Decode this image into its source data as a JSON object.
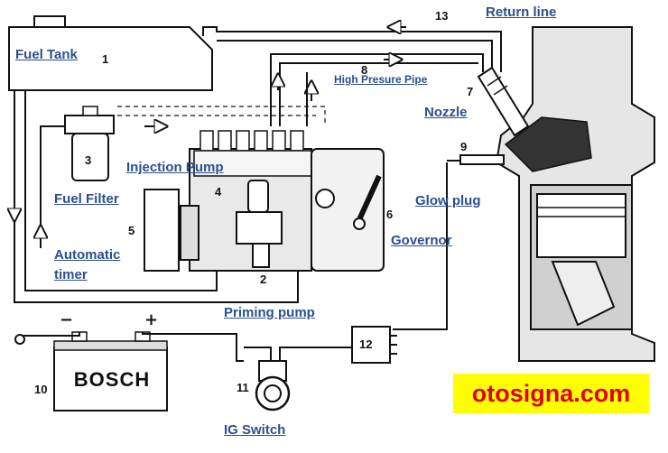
{
  "diagram": {
    "labels": {
      "fuel_tank": "Fuel Tank",
      "fuel_filter": "Fuel Filter",
      "automatic_timer": [
        "Automatic",
        "timer"
      ],
      "injection_pump": "Injection Pump",
      "priming_pump": "Priming pump",
      "governor": "Governor",
      "high_pressure_pipe": "High Presure Pipe",
      "return_line": "Return line",
      "nozzle": "Nozzle",
      "glow_plug": "Glow plug",
      "ig_switch": "IG Switch"
    },
    "numbers": {
      "n1": "1",
      "n2": "2",
      "n3": "3",
      "n4": "4",
      "n5": "5",
      "n6": "6",
      "n7": "7",
      "n8": "8",
      "n9": "9",
      "n10": "10",
      "n11": "11",
      "n12": "12",
      "n13": "13"
    },
    "battery": {
      "brand": "BOSCH",
      "minus": "−",
      "plus": "+"
    },
    "watermark": "otosigna.com",
    "colors": {
      "label": "#2b4f8e",
      "line": "#111111",
      "watermark_bg": "#ffff00",
      "watermark_text": "#e0001b"
    }
  }
}
